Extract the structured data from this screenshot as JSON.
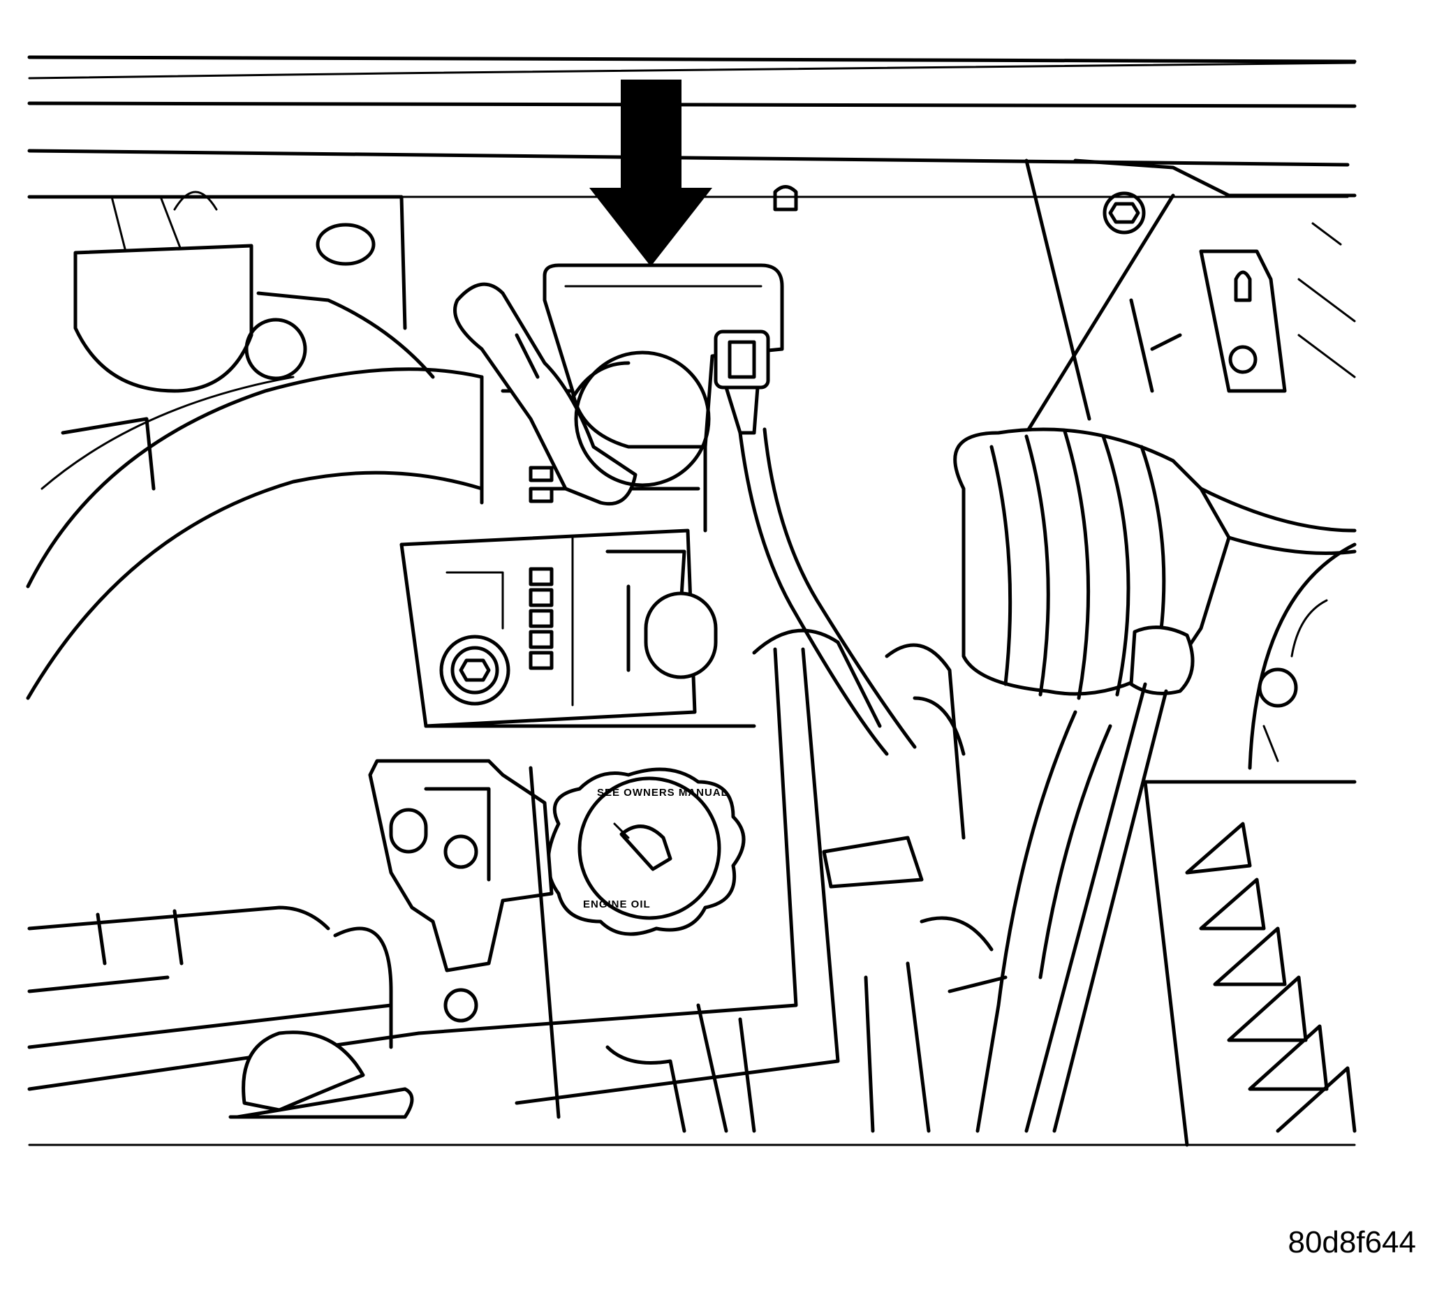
{
  "figure": {
    "id": "80d8f644",
    "cap_text_lines": [
      "SEE OWNERS MANUAL",
      "ENGINE OIL"
    ]
  },
  "colors": {
    "ink": "#000000",
    "paper": "#ffffff"
  }
}
